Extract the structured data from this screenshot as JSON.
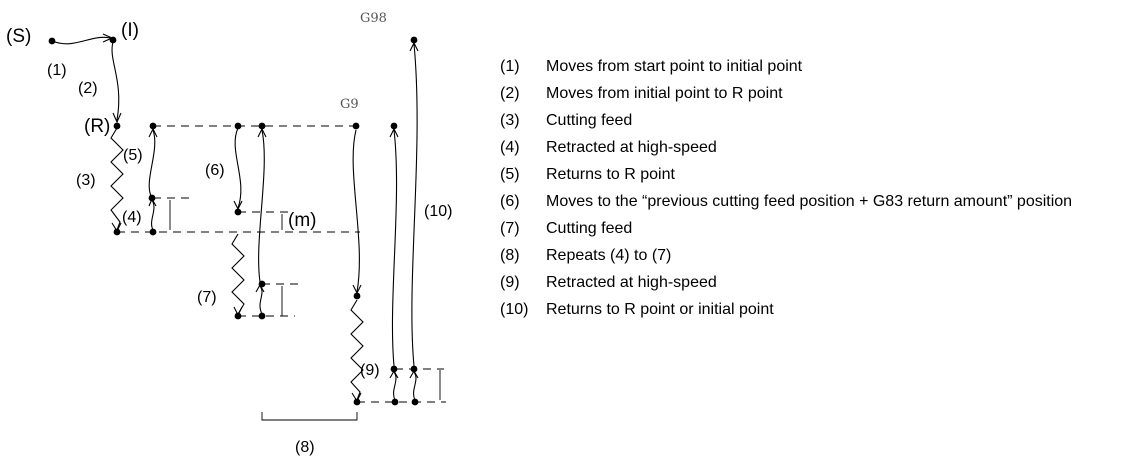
{
  "diagram": {
    "labels": {
      "start": "(S)",
      "initial": "(I)",
      "r_point": "(R)",
      "m": "(m)",
      "g98": "G98",
      "g99": "G9",
      "step1": "(1)",
      "step2": "(2)",
      "step3": "(3)",
      "step4": "(4)",
      "step5": "(5)",
      "step6": "(6)",
      "step7": "(7)",
      "step8": "(8)",
      "step9": "(9)",
      "step10": "(10)"
    }
  },
  "legend": [
    {
      "num": "(1)",
      "text": "Moves from start point to initial point"
    },
    {
      "num": "(2)",
      "text": "Moves from initial point to R point"
    },
    {
      "num": "(3)",
      "text": "Cutting feed"
    },
    {
      "num": "(4)",
      "text": "Retracted at high-speed"
    },
    {
      "num": "(5)",
      "text": "Returns to R point"
    },
    {
      "num": "(6)",
      "text": "Moves to the “previous cutting feed position + G83 return amount” position"
    },
    {
      "num": "(7)",
      "text": "Cutting feed"
    },
    {
      "num": "(8)",
      "text": "Repeats (4) to (7)"
    },
    {
      "num": "(9)",
      "text": "Retracted at high-speed"
    },
    {
      "num": "(10)",
      "text": "Returns to R point or initial point"
    }
  ]
}
